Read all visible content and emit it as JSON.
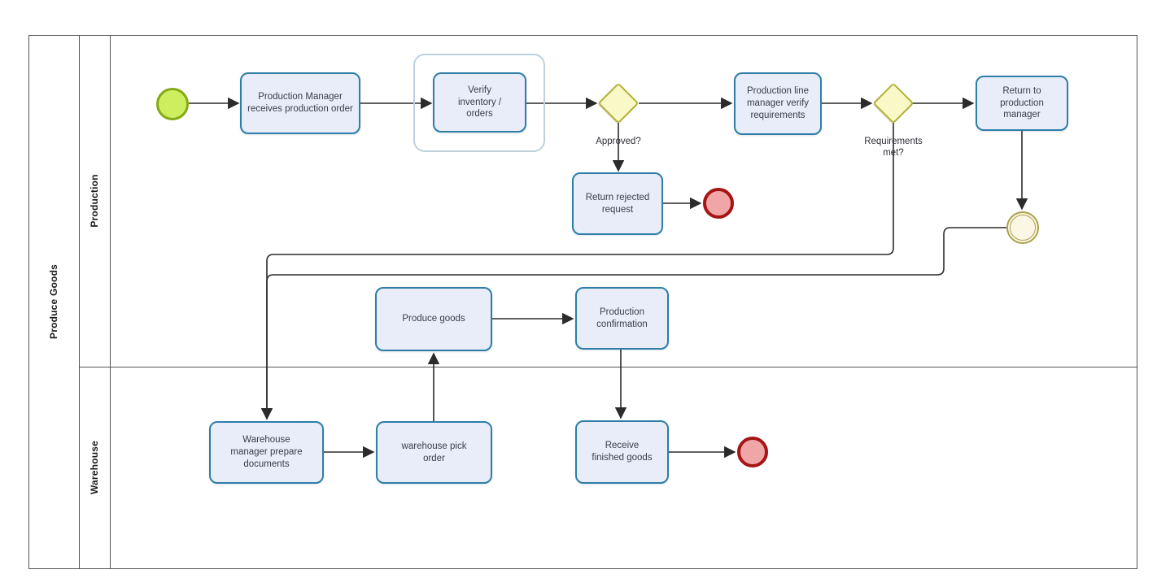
{
  "pool": {
    "title": "Produce Goods",
    "lanes": [
      {
        "label": "Production"
      },
      {
        "label": "Warehouse"
      }
    ]
  },
  "nodes": {
    "start": {
      "type": "start-event"
    },
    "receive_order": {
      "label": "Production Manager receives production order"
    },
    "verify_inventory": {
      "label": "Verify inventory / orders"
    },
    "approved_gateway": {
      "label": "Approved?"
    },
    "return_rejected": {
      "label": "Return rejected request"
    },
    "end_rejected": {
      "type": "end-event"
    },
    "line_manager_verify": {
      "label": "Production line manager verify requirements"
    },
    "requirements_gateway": {
      "label": "Requirements met?"
    },
    "return_to_manager": {
      "label": "Return to production manager"
    },
    "intermediate": {
      "type": "intermediate-event"
    },
    "produce_goods": {
      "label": "Produce goods"
    },
    "production_confirmation": {
      "label": "Production confirmation"
    },
    "warehouse_prepare": {
      "label": "Warehouse manager prepare documents"
    },
    "warehouse_pick": {
      "label": "warehouse pick order"
    },
    "receive_finished": {
      "label": "Receive finished goods"
    },
    "end_finished": {
      "type": "end-event"
    }
  },
  "colors": {
    "task_fill": "#e9edf9",
    "task_border": "#2e7ea8",
    "gateway_fill": "#f9f9c8",
    "gateway_border": "#b2b23a",
    "start_fill": "#cdee5f",
    "start_border": "#83aa16",
    "end_fill": "#f0a6a6",
    "end_border": "#a61414",
    "intermediate_fill": "#fcf6e4",
    "intermediate_border": "#a8a24c",
    "group_border": "#bdd0dc",
    "flow_color": "#2b2b2b",
    "frame_color": "#545454"
  }
}
